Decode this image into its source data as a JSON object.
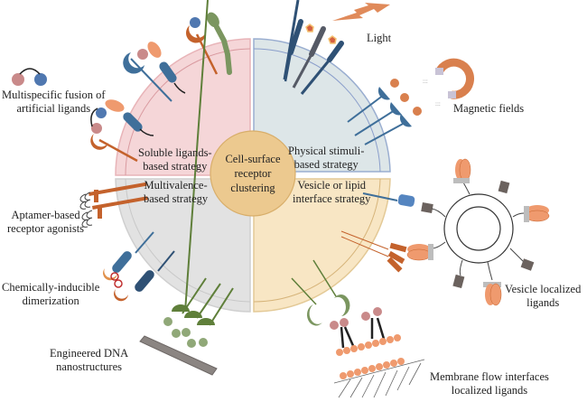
{
  "center": {
    "line1": "Cell-surface",
    "line2": "receptor",
    "line3": "clustering"
  },
  "quadrants": [
    {
      "id": "soluble",
      "line1": "Soluble ligands-",
      "line2": "based strategy",
      "color": "#f5d6d8"
    },
    {
      "id": "physical",
      "line1": "Physical stimuli-",
      "line2": "based strategy",
      "color": "#dde6e8"
    },
    {
      "id": "multivalence",
      "line1": "Multivalence-",
      "line2": "based strategy",
      "color": "#e2e2e2"
    },
    {
      "id": "vesicle",
      "line1": "Vesicle or lipid",
      "line2": "interface strategy",
      "color": "#f8e6c4"
    }
  ],
  "annotations": {
    "multispecific": {
      "line1": "Multispecific fusion of",
      "line2": "artificial ligands"
    },
    "aptamer": {
      "line1": "Aptamer-based",
      "line2": "receptor agonists"
    },
    "chemical": {
      "line1": "Chemically-inducible",
      "line2": "dimerization"
    },
    "dna": {
      "line1": "Engineered DNA",
      "line2": "nanostructures"
    },
    "light": {
      "line1": "Light"
    },
    "magnetic": {
      "line1": "Magnetic fields"
    },
    "vesicle_ligands": {
      "line1": "Vesicle localized",
      "line2": "ligands"
    },
    "membrane": {
      "line1": "Membrane flow interfaces",
      "line2": "localized ligands"
    }
  },
  "colors": {
    "center_fill": "#ecc98f",
    "receptor_blue": "#3f6f9a",
    "ligand_orange": "#c4622c",
    "salmon": "#ef9a6e",
    "green": "#5f7f3a",
    "gray_block": "#6b625e"
  }
}
